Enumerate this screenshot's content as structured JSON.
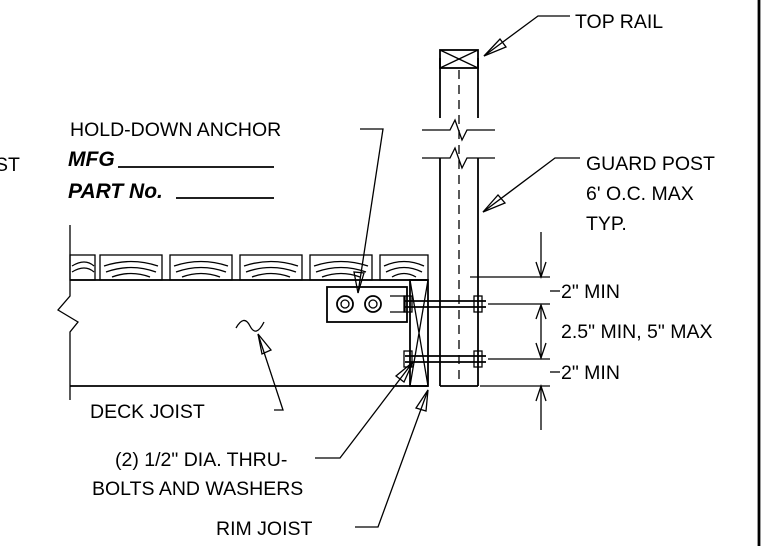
{
  "labels": {
    "top_rail": "TOP RAIL",
    "hold_down_anchor": "HOLD-DOWN ANCHOR",
    "mfg": "MFG",
    "part_no": "PART No.",
    "partial_left": "ST",
    "guard_post_line1": "GUARD POST",
    "guard_post_line2": "6' O.C. MAX",
    "guard_post_line3": "TYP.",
    "dim_top": "2\" MIN",
    "dim_middle": "2.5\" MIN, 5\" MAX",
    "dim_bottom": "2\" MIN",
    "deck_joist": "DECK JOIST",
    "bolts_line1": "(2) 1/2\" DIA. THRU-",
    "bolts_line2": "BOLTS AND WASHERS",
    "rim_joist": "RIM JOIST"
  }
}
